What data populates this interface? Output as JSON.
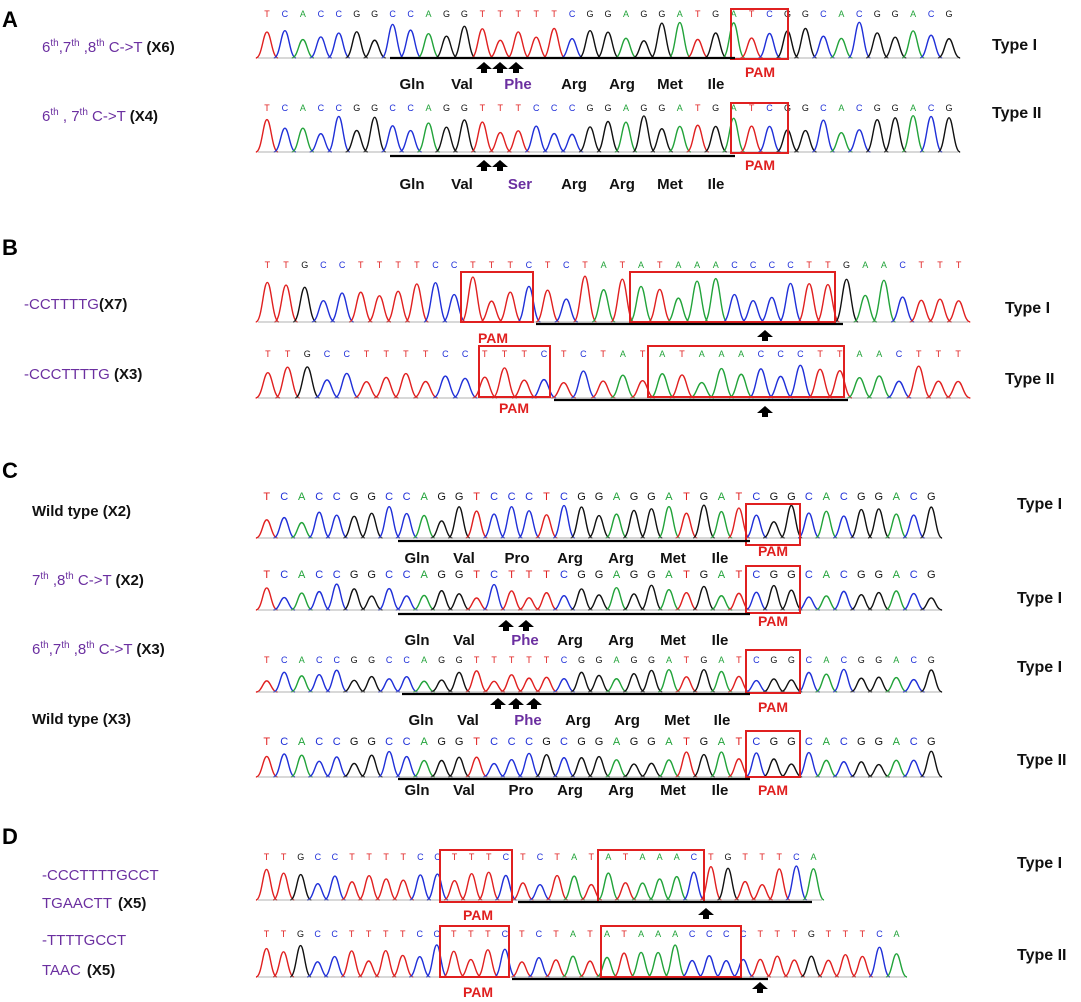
{
  "colors": {
    "A": "#22a33a",
    "C": "#2030d8",
    "G": "#111111",
    "T": "#e02020",
    "box": "#e02020",
    "purple": "#6b2fa0"
  },
  "panels": [
    {
      "letter": "A",
      "rows": [
        {
          "label_parts": [
            {
              "t": "6"
            },
            {
              "t": "th",
              "sup": true
            },
            {
              "t": ","
            },
            {
              "t": "7"
            },
            {
              "t": "th",
              "sup": true
            },
            {
              "t": " ,"
            },
            {
              "t": "8"
            },
            {
              "t": "th",
              "sup": true
            },
            {
              "t": " C->T "
            }
          ],
          "count": "(X6)",
          "label_color": "purple",
          "type": "Type I",
          "seq": "TCACCGGCCAGGTTTTTCGGAGGATGATCGGCACGGACG",
          "amino_acids": [
            "Gln",
            "Val",
            "Phe",
            "Arg",
            "Arg",
            "Met",
            "Ile"
          ],
          "highlight": [
            2
          ],
          "pam": "PAM",
          "arrows": 3
        },
        {
          "label_parts": [
            {
              "t": "6"
            },
            {
              "t": "th",
              "sup": true
            },
            {
              "t": " , 7"
            },
            {
              "t": "th",
              "sup": true
            },
            {
              "t": " C->T "
            }
          ],
          "count": "(X4)",
          "label_color": "purple",
          "type": "Type II",
          "seq": "TCACCGGCCAGGTTTCCCGGAGGATGATCGGCACGGACG",
          "amino_acids": [
            "Gln",
            "Val",
            "Ser",
            "Arg",
            "Arg",
            "Met",
            "Ile"
          ],
          "highlight": [
            2
          ],
          "pam": "PAM",
          "arrows": 2
        }
      ]
    },
    {
      "letter": "B",
      "rows": [
        {
          "label_parts": [
            {
              "t": "-CCTTTTG"
            }
          ],
          "count": "(X7)",
          "label_color": "purple",
          "type": "Type I",
          "seq": "TTGCCTTTTCCTTTCTCTATATAAACCCCTTGAACTTT",
          "pam": "PAM",
          "arrows": 1
        },
        {
          "label_parts": [
            {
              "t": "-CCCTTTTG  "
            }
          ],
          "count": "(X3)",
          "label_color": "purple",
          "type": "Type II",
          "seq": "TTGCCTTTTCCTTTCTCTATATAAACCCTTAACTTT",
          "pam": "PAM",
          "arrows": 1
        }
      ]
    },
    {
      "letter": "C",
      "rows": [
        {
          "label_parts": [
            {
              "t": "Wild type "
            }
          ],
          "count": "(X2)",
          "label_color": "black",
          "type": "Type I",
          "seq": "TCACCGGCCAGGTCCCTCGGAGGATGATCGGCACGGACG",
          "amino_acids": [
            "Gln",
            "Val",
            "Pro",
            "Arg",
            "Arg",
            "Met",
            "Ile"
          ],
          "highlight": [],
          "pam": "PAM",
          "arrows": 0
        },
        {
          "label_parts": [
            {
              "t": "7"
            },
            {
              "t": "th",
              "sup": true
            },
            {
              "t": " ,8"
            },
            {
              "t": "th",
              "sup": true
            },
            {
              "t": " C->T "
            }
          ],
          "count": "(X2)",
          "label_color": "purple",
          "type": "Type I",
          "seq": "TCACCGGCCAGGTCTTTCGGAGGATGATCGGCACGGACG",
          "amino_acids": [
            "Gln",
            "Val",
            "Phe",
            "Arg",
            "Arg",
            "Met",
            "Ile"
          ],
          "highlight": [
            2
          ],
          "pam": "PAM",
          "arrows": 2
        },
        {
          "label_parts": [
            {
              "t": "6"
            },
            {
              "t": "th",
              "sup": true
            },
            {
              "t": ","
            },
            {
              "t": "7"
            },
            {
              "t": "th",
              "sup": true
            },
            {
              "t": " ,8"
            },
            {
              "t": "th",
              "sup": true
            },
            {
              "t": " C->T "
            }
          ],
          "count": "(X3)",
          "label_color": "purple",
          "type": "Type I",
          "seq": "TCACCGGCCAGGTTTTTCGGAGGATGATCGGCACGGACG",
          "amino_acids": [
            "Gln",
            "Val",
            "Phe",
            "Arg",
            "Arg",
            "Met",
            "Ile"
          ],
          "highlight": [
            2
          ],
          "pam": "PAM",
          "arrows": 3
        },
        {
          "label_parts": [
            {
              "t": "Wild type "
            }
          ],
          "count": "(X3)",
          "label_color": "black",
          "type": "Type II",
          "seq": "TCACCGGCCAGGTCCCGCGGAGGATGATCGGCACGGACG",
          "amino_acids": [
            "Gln",
            "Val",
            "Pro",
            "Arg",
            "Arg",
            "Met",
            "Ile"
          ],
          "highlight": [],
          "pam": "PAM",
          "arrows": 0
        }
      ]
    },
    {
      "letter": "D",
      "rows": [
        {
          "label_lines": [
            "-CCCTTTTGCCT",
            "TGAACTT"
          ],
          "count": "(X5)",
          "label_color": "purple",
          "type": "Type I",
          "seq": "TTGCCTTTTCCTTTCTCTATATAAACTGTTTCA",
          "pam": "PAM",
          "arrows": 1
        },
        {
          "label_lines": [
            "-TTTTGCCT",
            "TAAC"
          ],
          "count": "(X5)",
          "label_color": "purple",
          "type": "Type II",
          "seq": "TTGCCTTTTCCTTTCTCTATATAAACCCCTTTGTTTCA",
          "pam": "PAM",
          "arrows": 1
        }
      ]
    }
  ]
}
